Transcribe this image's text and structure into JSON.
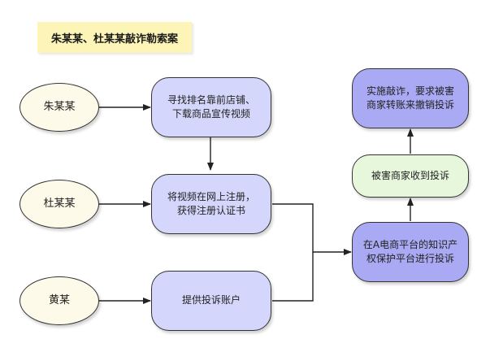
{
  "title": "朱某某、杜某某敲诈勒索案",
  "people": {
    "zhu": "朱某某",
    "du": "杜某某",
    "huang": "黄某"
  },
  "steps": {
    "find_videos": "寻找排名靠前店铺、\n下载商品宣传视频",
    "register": "将视频在网上注册，\n获得注册认证书",
    "provide_account": "提供投诉账户",
    "complain_platform": "在A电商平台的知识产\n权保护平台进行投诉",
    "merchant_receives": "被害商家收到投诉",
    "extort": "实施敲诈，要求被害\n商家转账来撤销投诉"
  },
  "colors": {
    "person_fill": "#fdfae9",
    "step_light_fill": "#d4d7fb",
    "step_dark_fill": "#aaa9f3",
    "step_green_fill": "#e6f7dc",
    "title_fill": "#fdf5b7",
    "edge": "#222222"
  }
}
